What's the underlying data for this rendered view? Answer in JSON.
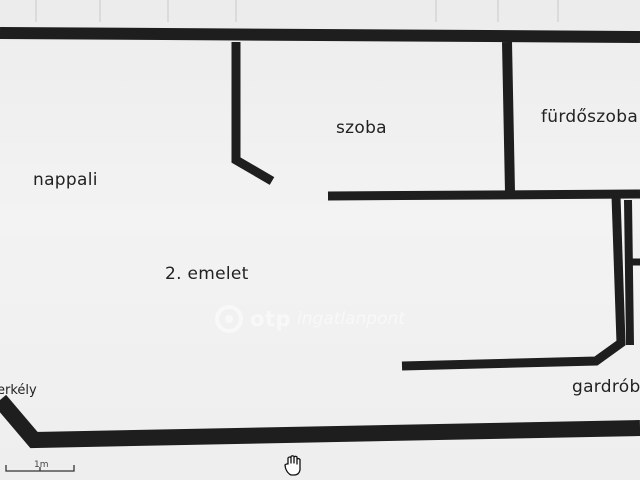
{
  "floor_label": "2. emelet",
  "rooms": {
    "living": "nappali",
    "room": "szoba",
    "bathroom": "fürdőszoba",
    "wardrobe": "gardrób",
    "balcony": "erkély"
  },
  "watermark": {
    "brand": "otp",
    "suffix": "ingatlanpont"
  },
  "scale": {
    "label": "1m"
  },
  "colors": {
    "wall": "#1e1e1e",
    "background": "#ececec",
    "watermark": "#ffffff"
  },
  "icons": [
    "logo-otp-icon",
    "hand-cursor-icon"
  ]
}
